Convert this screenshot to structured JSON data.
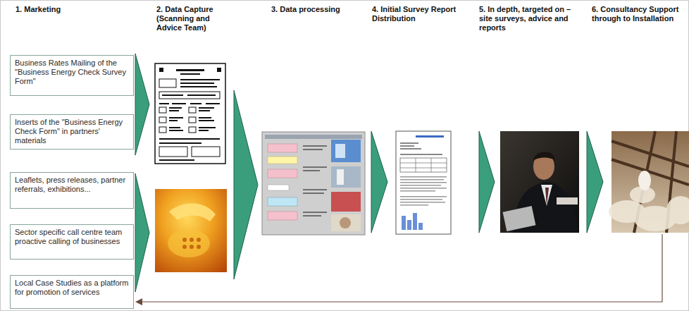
{
  "diagram": {
    "nodes": [
      {
        "text": [
          "Business Rates Mailing of the \"Business Energy Check Survey Form\""
        ]
      },
      {
        "text": [
          "Inserts of the \"Business Energy Check Form\" in partners' materials"
        ]
      },
      {
        "text": [
          "Leaflets, press releases, partner referrals, exhibitions..."
        ]
      },
      {
        "text": [
          "Sector specific call centre team proactive calling of businesses"
        ]
      },
      {
        "text": [
          "Local Case Studies as a platform for promotion of services"
        ]
      }
    ],
    "labels": [
      "1. Marketing",
      "2. Data Capture (Scanning and Advice Team)",
      "3. Data processing",
      "4. Initial Survey Report Distribution",
      "5. In depth, targeted on –site surveys, advice and reports",
      "6. Consultancy Support through to Installation"
    ]
  }
}
